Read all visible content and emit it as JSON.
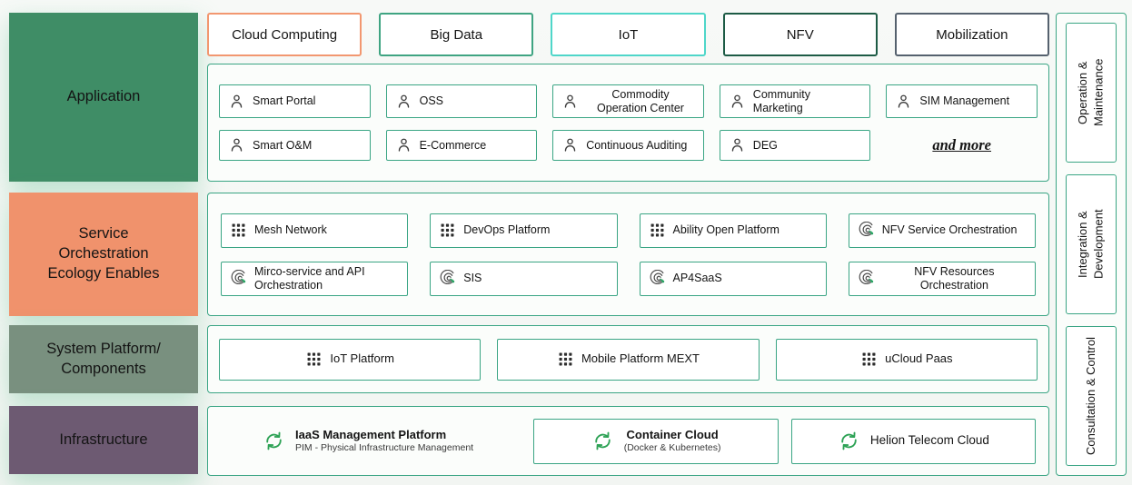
{
  "colors": {
    "panel_border_teal": "#3aa584",
    "application_bg": "#3f8d66",
    "service_bg": "#f0926c",
    "system_bg": "#79907f",
    "infrastructure_bg": "#6d5a72",
    "cloud_computing_border": "#f29770",
    "big_data_border": "#3fa482",
    "iot_border": "#4fd6c9",
    "nfv_border": "#1d5b45",
    "mobilization_border": "#55616e",
    "icon_green": "#2aa564"
  },
  "left_rows": [
    {
      "label": "Application"
    },
    {
      "label": "Service Orchestration Ecology Enables"
    },
    {
      "label": "System Platform/ Components"
    },
    {
      "label": "Infrastructure"
    }
  ],
  "categories": [
    {
      "label": "Cloud Computing"
    },
    {
      "label": "Big Data"
    },
    {
      "label": "IoT"
    },
    {
      "label": "NFV"
    },
    {
      "label": "Mobilization"
    }
  ],
  "application": {
    "row1": [
      {
        "label": "Smart Portal",
        "icon": "person"
      },
      {
        "label": "OSS",
        "icon": "person"
      },
      {
        "label": "Commodity Operation Center",
        "icon": "person"
      },
      {
        "label": "Community Marketing",
        "icon": "person"
      },
      {
        "label": "SIM Management",
        "icon": "person"
      }
    ],
    "row2": [
      {
        "label": "Smart O&M",
        "icon": "person"
      },
      {
        "label": "E-Commerce",
        "icon": "person"
      },
      {
        "label": "Continuous Auditing",
        "icon": "person"
      },
      {
        "label": "DEG",
        "icon": "person"
      }
    ],
    "more_label": "and more"
  },
  "service": {
    "row1": [
      {
        "label": "Mesh Network",
        "icon": "dots-grid"
      },
      {
        "label": "DevOps Platform",
        "icon": "dots-grid"
      },
      {
        "label": "Ability Open Platform",
        "icon": "dots-grid"
      },
      {
        "label": "NFV Service Orchestration",
        "icon": "swirl-orchestration"
      }
    ],
    "row2": [
      {
        "label": "Mirco-service and API Orchestration",
        "icon": "swirl-orchestration"
      },
      {
        "label": "SIS",
        "icon": "swirl-orchestration"
      },
      {
        "label": "AP4SaaS",
        "icon": "swirl-orchestration"
      },
      {
        "label": "NFV Resources Orchestration",
        "icon": "swirl-orchestration"
      }
    ]
  },
  "system": {
    "items": [
      {
        "label": "IoT Platform",
        "icon": "dots-grid"
      },
      {
        "label": "Mobile Platform MEXT",
        "icon": "dots-grid"
      },
      {
        "label": "uCloud Paas",
        "icon": "dots-grid"
      }
    ]
  },
  "infrastructure": {
    "items": [
      {
        "label": "IaaS Management Platform",
        "sub": "PIM - Physical Infrastructure Management",
        "icon": "recycle-arrows"
      },
      {
        "label": "Container Cloud",
        "sub": "(Docker & Kubernetes)",
        "icon": "recycle-arrows"
      },
      {
        "label": "Helion Telecom Cloud",
        "sub": "",
        "icon": "recycle-arrows"
      }
    ]
  },
  "right_rail": {
    "items": [
      {
        "label": "Operation & Maintenance"
      },
      {
        "label": "Integration & Development"
      },
      {
        "label": "Consultation & Control"
      }
    ]
  }
}
